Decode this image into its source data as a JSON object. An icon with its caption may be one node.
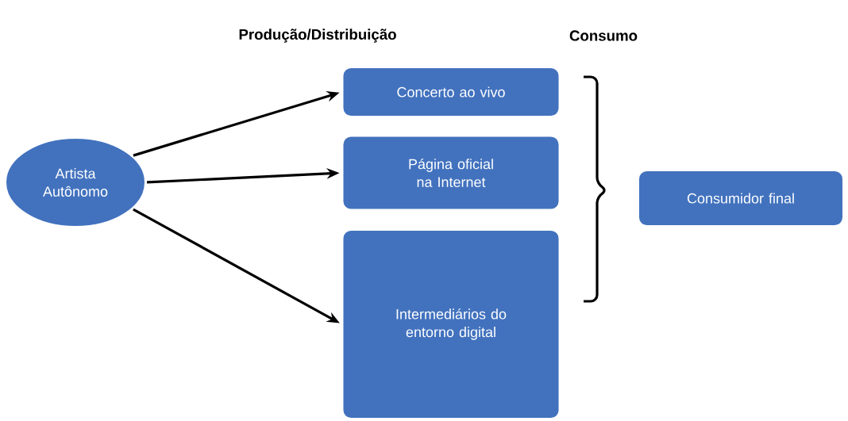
{
  "diagram": {
    "nodes": [
      {
        "text": [
          "Artista Autônomo"
        ]
      },
      {
        "text": [
          "Concerto ao vivo"
        ]
      },
      {
        "text": [
          "Página oficial na Internet"
        ]
      },
      {
        "text": [
          "Intermediários do entorno digital"
        ]
      },
      {
        "text": [
          "Consumidor final"
        ]
      }
    ],
    "edges": [
      {
        "from": 0,
        "to": 1,
        "arrow": "to"
      },
      {
        "from": 0,
        "to": 2,
        "arrow": "to"
      },
      {
        "from": 0,
        "to": 3,
        "arrow": "to"
      }
    ],
    "labels": [
      "Produção/Distribuição",
      "Consumo"
    ]
  }
}
